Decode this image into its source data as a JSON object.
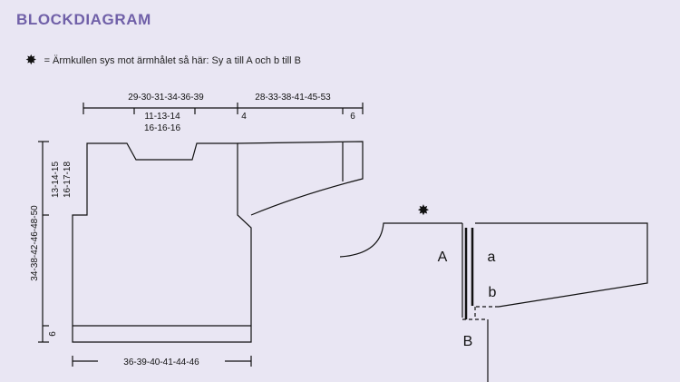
{
  "title": "BLOCKDIAGRAM",
  "legend": {
    "icon": "star-icon",
    "text": "= Ärmkullen sys mot ärmhålet så här: Sy a till A och b till B"
  },
  "measurements": {
    "top_width": "29-30-31-34-36-39",
    "neck_width_1": "11-13-14",
    "neck_width_2": "16-16-16",
    "sleeve_length": "28-33-38-41-45-53",
    "shoulder_small": "4",
    "cuff_small": "6",
    "armhole_1": "13-14-15",
    "armhole_2": "16-17-18",
    "total_length": "34-38-42-46-48-50",
    "rib_small": "6",
    "bottom_width": "36-39-40-41-44-46"
  },
  "assembly": {
    "label_A": "A",
    "label_a": "a",
    "label_b": "b",
    "label_B": "B"
  }
}
